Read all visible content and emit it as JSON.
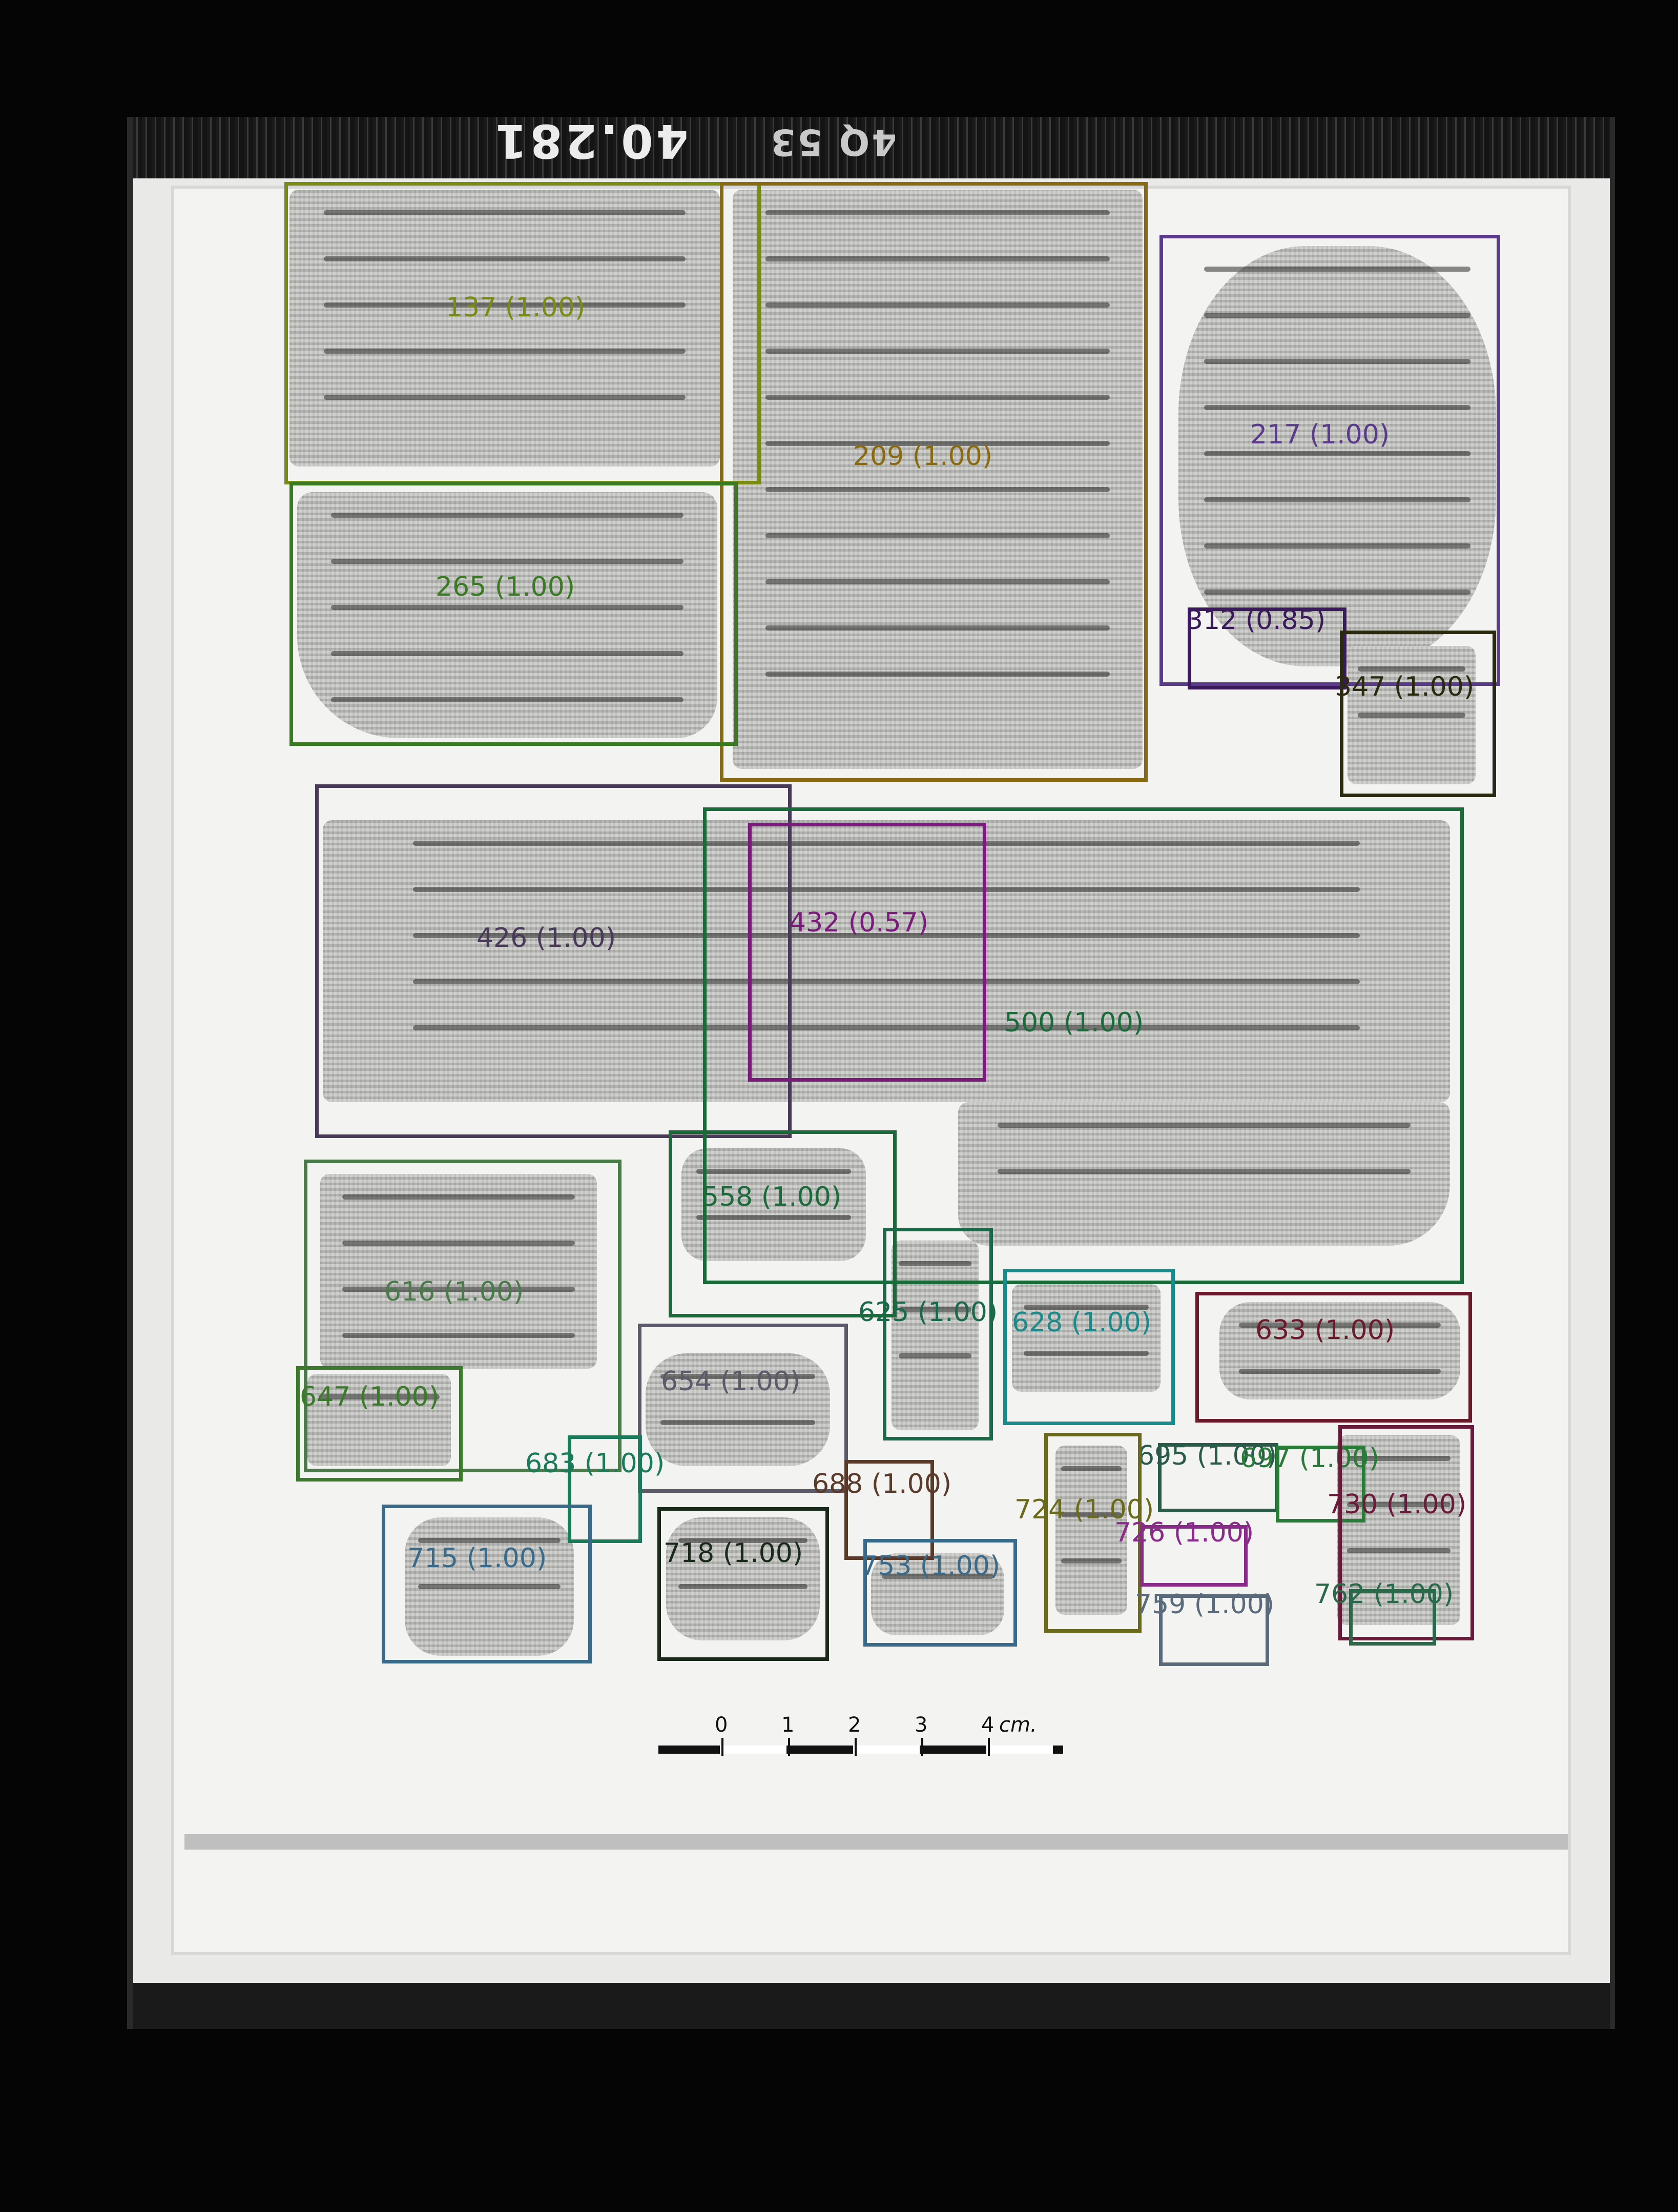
{
  "plate": {
    "number_text": "40.281",
    "number_text_2": "4Q 53"
  },
  "scale": {
    "ticks": [
      "0",
      "1",
      "2",
      "3",
      "4"
    ],
    "unit": "cm."
  },
  "detections": [
    {
      "id": "137",
      "label": "137 (1.00)",
      "color": "#7a8a12"
    },
    {
      "id": "209",
      "label": "209 (1.00)",
      "color": "#8a6a10"
    },
    {
      "id": "217",
      "label": "217 (1.00)",
      "color": "#5a3a8a"
    },
    {
      "id": "265",
      "label": "265 (1.00)",
      "color": "#3a7a22"
    },
    {
      "id": "312",
      "label": "312 (0.85)",
      "color": "#3a1a5a"
    },
    {
      "id": "347",
      "label": "347 (1.00)",
      "color": "#2a2a10"
    },
    {
      "id": "426",
      "label": "426 (1.00)",
      "color": "#4a3a5a"
    },
    {
      "id": "432",
      "label": "432 (0.57)",
      "color": "#7a1a7a"
    },
    {
      "id": "500",
      "label": "500 (1.00)",
      "color": "#1a6a3a"
    },
    {
      "id": "558",
      "label": "558 (1.00)",
      "color": "#1a6a3a"
    },
    {
      "id": "616",
      "label": "616 (1.00)",
      "color": "#4a7a4a"
    },
    {
      "id": "625",
      "label": "625 (1.00)",
      "color": "#1a6a4a"
    },
    {
      "id": "628",
      "label": "628 (1.00)",
      "color": "#1a8a8a"
    },
    {
      "id": "633",
      "label": "633 (1.00)",
      "color": "#6a1a2a"
    },
    {
      "id": "647",
      "label": "647 (1.00)",
      "color": "#3a7a2a"
    },
    {
      "id": "654",
      "label": "654 (1.00)",
      "color": "#5a5a6a"
    },
    {
      "id": "683",
      "label": "683 (1.00)",
      "color": "#1a7a5a"
    },
    {
      "id": "688",
      "label": "688 (1.00)",
      "color": "#5a3a2a"
    },
    {
      "id": "695",
      "label": "695 (1.00)",
      "color": "#2a5a4a"
    },
    {
      "id": "697",
      "label": "697 (1.00)",
      "color": "#2a7a3a"
    },
    {
      "id": "715",
      "label": "715 (1.00)",
      "color": "#3a6a8a"
    },
    {
      "id": "718",
      "label": "718 (1.00)",
      "color": "#1a2a1a"
    },
    {
      "id": "724",
      "label": "724 (1.00)",
      "color": "#6a6a1a"
    },
    {
      "id": "726",
      "label": "726 (1.00)",
      "color": "#8a2a8a"
    },
    {
      "id": "730",
      "label": "730 (1.00)",
      "color": "#6a1a3a"
    },
    {
      "id": "753",
      "label": "753 (1.00)",
      "color": "#3a6a8a"
    },
    {
      "id": "759",
      "label": "759 (1.00)",
      "color": "#5a6a7a"
    },
    {
      "id": "762",
      "label": "762 (1.00)",
      "color": "#2a6a4a"
    }
  ]
}
